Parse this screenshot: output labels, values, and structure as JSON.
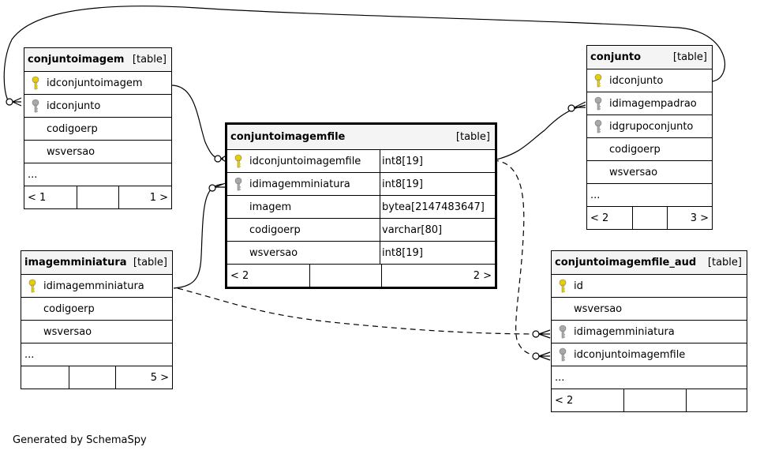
{
  "tables": {
    "conjuntoimagem": {
      "name": "conjuntoimagem",
      "type": "[table]",
      "columns": [
        {
          "name": "idconjuntoimagem",
          "key": "primary"
        },
        {
          "name": "idconjunto",
          "key": "foreign"
        },
        {
          "name": "codigoerp",
          "key": "none"
        },
        {
          "name": "wsversao",
          "key": "none"
        }
      ],
      "more": "...",
      "footer": [
        "< 1",
        "",
        "1 >"
      ]
    },
    "conjunto": {
      "name": "conjunto",
      "type": "[table]",
      "columns": [
        {
          "name": "idconjunto",
          "key": "primary"
        },
        {
          "name": "idimagempadrao",
          "key": "foreign"
        },
        {
          "name": "idgrupoconjunto",
          "key": "foreign"
        },
        {
          "name": "codigoerp",
          "key": "none"
        },
        {
          "name": "wsversao",
          "key": "none"
        }
      ],
      "more": "...",
      "footer": [
        "< 2",
        "",
        "3 >"
      ]
    },
    "conjuntoimagemfile": {
      "name": "conjuntoimagemfile",
      "type": "[table]",
      "columns": [
        {
          "name": "idconjuntoimagemfile",
          "type": "int8[19]",
          "key": "primary"
        },
        {
          "name": "idimagemminiatura",
          "type": "int8[19]",
          "key": "foreign"
        },
        {
          "name": "imagem",
          "type": "bytea[2147483647]",
          "key": "none"
        },
        {
          "name": "codigoerp",
          "type": "varchar[80]",
          "key": "none"
        },
        {
          "name": "wsversao",
          "type": "int8[19]",
          "key": "none"
        }
      ],
      "footer": [
        "< 2",
        "",
        "2 >"
      ]
    },
    "imagemminiatura": {
      "name": "imagemminiatura",
      "type": "[table]",
      "columns": [
        {
          "name": "idimagemminiatura",
          "key": "primary"
        },
        {
          "name": "codigoerp",
          "key": "none"
        },
        {
          "name": "wsversao",
          "key": "none"
        }
      ],
      "more": "...",
      "footer": [
        "",
        "",
        "5 >"
      ]
    },
    "conjuntoimagemfile_aud": {
      "name": "conjuntoimagemfile_aud",
      "type": "[table]",
      "columns": [
        {
          "name": "id",
          "key": "primary"
        },
        {
          "name": "wsversao",
          "key": "none"
        },
        {
          "name": "idimagemminiatura",
          "key": "foreign"
        },
        {
          "name": "idconjuntoimagemfile",
          "key": "foreign"
        }
      ],
      "more": "...",
      "footer": [
        "< 2",
        "",
        ""
      ]
    }
  },
  "generated_by": "Generated by SchemaSpy",
  "colors": {
    "primary_key": "#e8cf00",
    "foreign_key": "#a8a8a8",
    "header_bg": "#f4f4f4"
  }
}
